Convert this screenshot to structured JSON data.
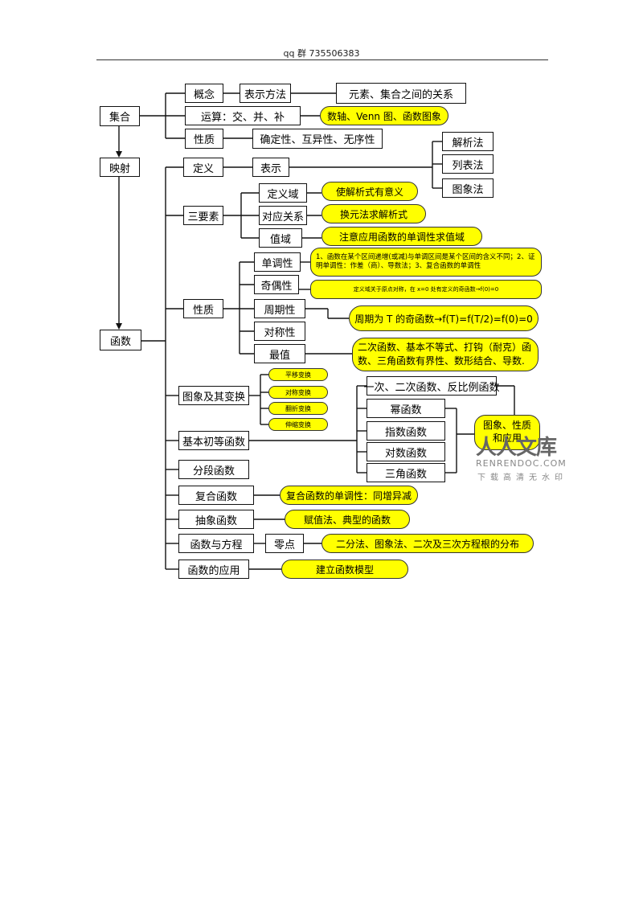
{
  "header": {
    "text": "qq 群 735506383"
  },
  "nodes": {
    "jihe": "集合",
    "yingshe": "映射",
    "hanshu": "函数",
    "gainian": "概念",
    "yunsuan": "运算：交、并、补",
    "xingzhi1": "性质",
    "biaoshifangfa": "表示方法",
    "yuansu": "元素、集合之间的关系",
    "queding": "确定性、互异性、无序性",
    "dingyi": "定义",
    "biaoshi": "表示",
    "jiexifa": "解析法",
    "liebiaofa": "列表法",
    "tuxiangfa": "图象法",
    "sanyaosu": "三要素",
    "dingyiyu": "定义域",
    "duiying": "对应关系",
    "zhiyu": "值域",
    "xingzhi2": "性质",
    "dantiao": "单调性",
    "jiou": "奇偶性",
    "zhouqi": "周期性",
    "duichen": "对称性",
    "zuizhi": "最值",
    "tuxiangbianhuan": "图象及其变换",
    "jibenchudeng": "基本初等函数",
    "fenduan": "分段函数",
    "fuhe": "复合函数",
    "chouxiang": "抽象函数",
    "fangcheng": "函数与方程",
    "yingyong": "函数的应用",
    "lingdian": "零点",
    "yici": "一次、二次函数、反比例函数",
    "mi": "幂函数",
    "zhishu": "指数函数",
    "duishu": "对数函数",
    "sanjiao": "三角函数"
  },
  "notes": {
    "shuzhou": "数轴、Venn 图、函数图象",
    "youyiyi": "使解析式有意义",
    "huanyuan": "换元法求解析式",
    "zhuyi": "注意应用函数的单调性求值域",
    "dantiao_note": "1、函数在某个区间递增(或减)与单调区间是某个区间的含义不同；2、证明单调性：作差（商）、导数法；3、复合函数的单调性",
    "jiou_note": "定义域关于原点对称，在 x=0 处有定义的奇函数→f(0)=0",
    "zhouqi_note": "周期为 T 的奇函数→f(T)=f(T/2)=f(0)=0",
    "zuizhi_note": "二次函数、基本不等式、打钩（耐克）函数、三角函数有界性、数形结合、导数.",
    "pingyi": "平移变换",
    "duichenbh": "对称变换",
    "fanzhe": "翻折变换",
    "shensuo": "伸缩变换",
    "tuxiang_xingzhi": "图象、性质和应用",
    "fuhe_note": "复合函数的单调性：同增异减",
    "fuzhi": "赋值法、典型的函数",
    "erfen": "二分法、图象法、二次及三次方程根的分布",
    "jianli": "建立函数模型"
  },
  "watermark": {
    "name": "人人文库",
    "domain": "RENRENDOC.COM",
    "slogan": "下载高清无水印"
  }
}
